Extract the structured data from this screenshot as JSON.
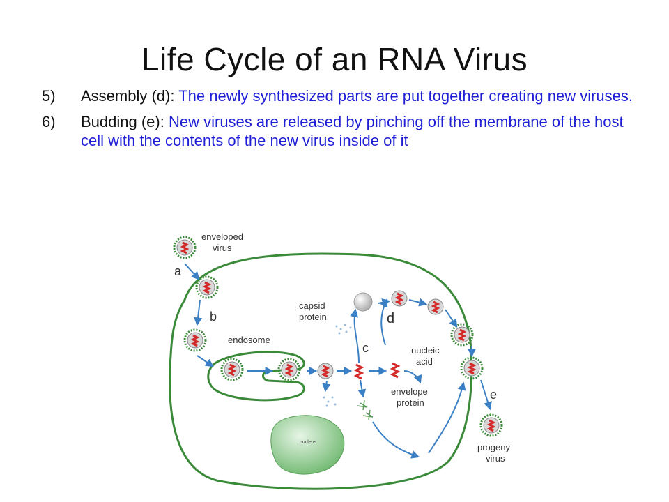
{
  "slide": {
    "title": "Life Cycle of an RNA Virus",
    "bullets": [
      {
        "number": "5)",
        "term": "Assembly (d):",
        "text": "The newly synthesized parts are put together creating new viruses."
      },
      {
        "number": "6)",
        "term": "Budding (e):",
        "text": "New viruses are released by pinching off the membrane of the host cell with the contents of the new virus inside of it"
      }
    ]
  },
  "diagram": {
    "labels": {
      "enveloped_virus_1": "enveloped",
      "enveloped_virus_2": "virus",
      "a": "a",
      "b": "b",
      "c": "c",
      "d": "d",
      "e": "e",
      "endosome": "endosome",
      "capsid_1": "capsid",
      "capsid_2": "protein",
      "nucleic_1": "nucleic",
      "nucleic_2": "acid",
      "envelope_1": "envelope",
      "envelope_2": "protein",
      "nucleus": "nucleus",
      "progeny_1": "progeny",
      "progeny_2": "virus"
    },
    "colors": {
      "membrane": "#3a8a3a",
      "arrow": "#3b7fc4",
      "rna": "#d42a2a",
      "virion_fill": "#d8d8d8",
      "nucleus": "#7fc47f"
    }
  }
}
